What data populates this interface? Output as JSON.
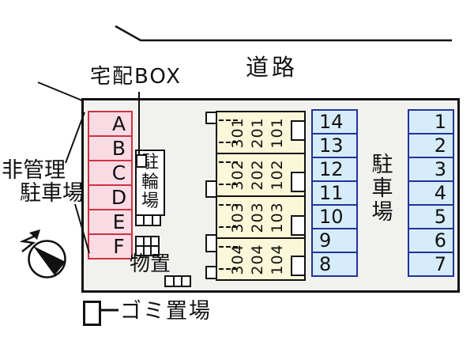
{
  "site": {
    "road_label": "道路",
    "delivery_box_label": "宅配BOX",
    "unmanaged_parking_label_line1": "非管理",
    "unmanaged_parking_label_line2": "駐車場",
    "unmanaged_spaces": [
      "A",
      "B",
      "C",
      "D",
      "E",
      "F"
    ],
    "bicycle_area_label": "駐輪場",
    "storage_label": "物置",
    "garbage_label": "ゴミ置場",
    "parking_label": "駐車場",
    "parking_left_numbers": [
      "14",
      "13",
      "12",
      "11",
      "10",
      "9",
      "8"
    ],
    "parking_right_numbers": [
      "1",
      "2",
      "3",
      "4",
      "5",
      "6",
      "7"
    ],
    "building_rooms": {
      "section1": [
        "301",
        "201",
        "101"
      ],
      "section2": [
        "302",
        "202",
        "102"
      ],
      "section3": [
        "303",
        "203",
        "103"
      ],
      "section4": [
        "304",
        "204",
        "104"
      ]
    }
  },
  "colors": {
    "unmanaged_space_fill": "#fadbe3",
    "unmanaged_space_border": "#cc3344",
    "parking_space_fill": "#d6ecfa",
    "parking_space_border": "#223399",
    "building_fill": "#fbf7d9",
    "site_fill": "#f1f1ee",
    "line": "#111111"
  }
}
